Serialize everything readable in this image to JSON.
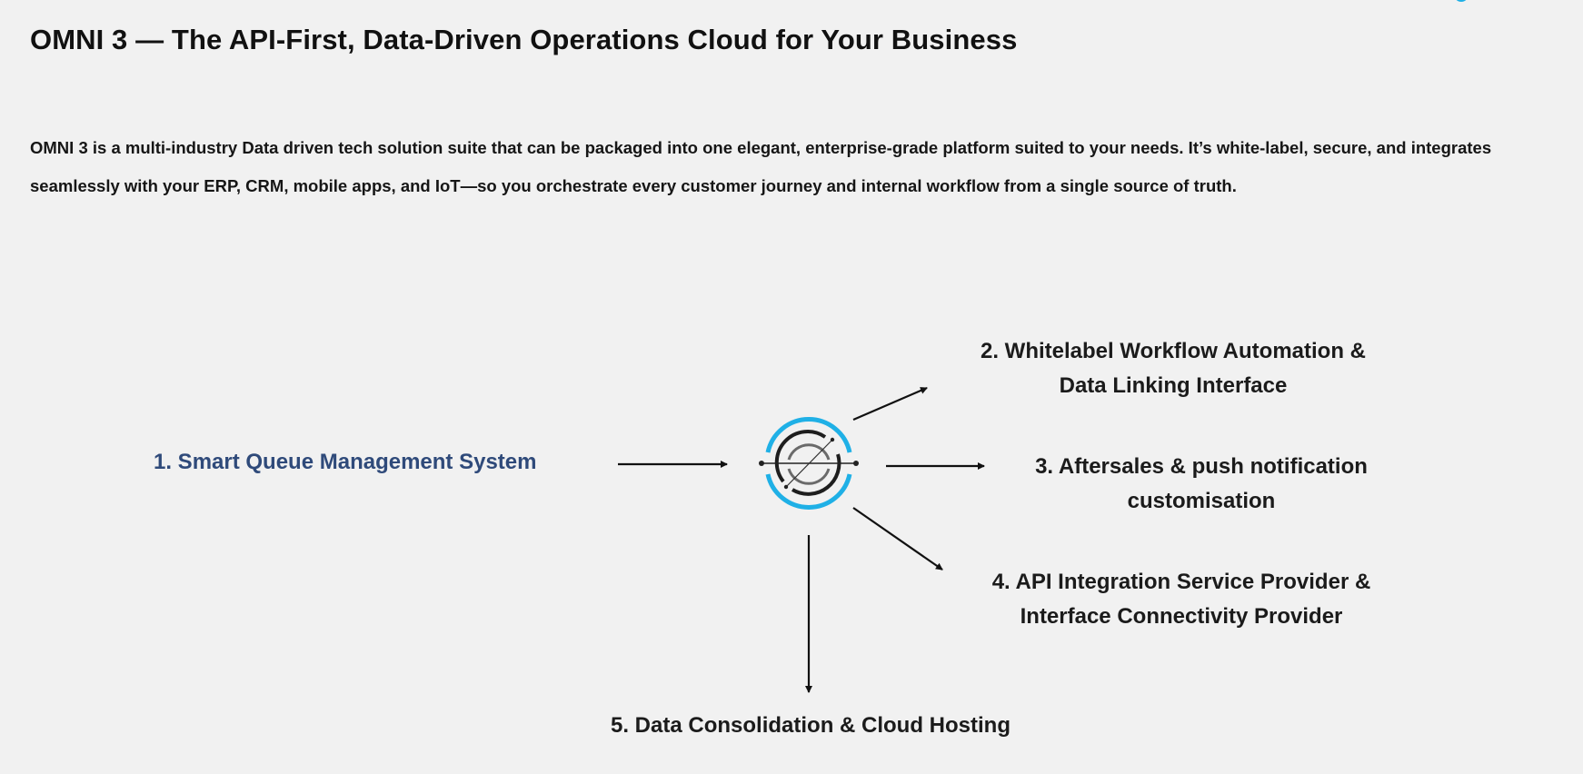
{
  "header": {
    "title": "OMNI 3 — The API-First, Data-Driven Operations Cloud for Your Business"
  },
  "intro": {
    "text": "OMNI 3 is a multi-industry Data driven tech solution suite that can be packaged into one elegant, enterprise-grade platform suited to your needs. It’s white-label, secure, and integrates seamlessly with your ERP, CRM, mobile apps, and IoT—so you orchestrate every customer journey and internal workflow from a single source of truth."
  },
  "diagram": {
    "hub_icon": "omni-logo-icon",
    "items": [
      {
        "lines": [
          "1. Smart Queue Management System"
        ]
      },
      {
        "lines": [
          "2. Whitelabel Workflow Automation &",
          "Data Linking Interface"
        ]
      },
      {
        "lines": [
          "3. Aftersales & push notification",
          "customisation"
        ]
      },
      {
        "lines": [
          "4. API Integration Service Provider &",
          "Interface Connectivity Provider"
        ]
      },
      {
        "lines": [
          "5. Data Consolidation & Cloud Hosting"
        ]
      }
    ]
  },
  "colors": {
    "accent": "#1fb0e6",
    "item1": "#2f4a7a",
    "background": "#f1f1f1"
  }
}
